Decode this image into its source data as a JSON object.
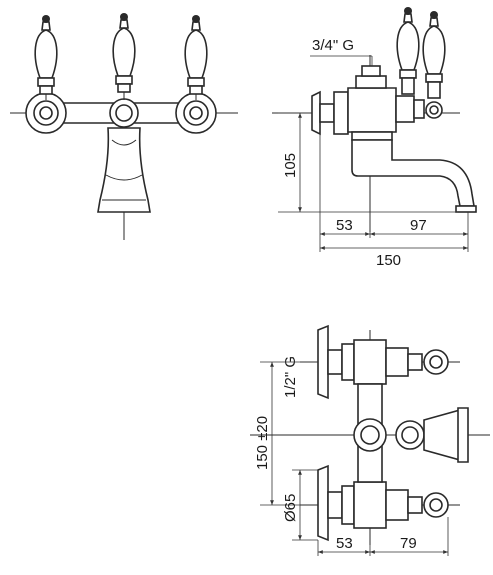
{
  "diagram": {
    "side_view": {
      "thread_label": "3/4\" G",
      "height_label": "105",
      "offset_left_label": "53",
      "offset_right_label": "97",
      "total_width_label": "150"
    },
    "top_view": {
      "thread_label": "1/2\" G",
      "centers_label": "150 ±20",
      "diameter_label": "Ø65",
      "offset_left_label": "53",
      "offset_right_label": "79"
    }
  }
}
